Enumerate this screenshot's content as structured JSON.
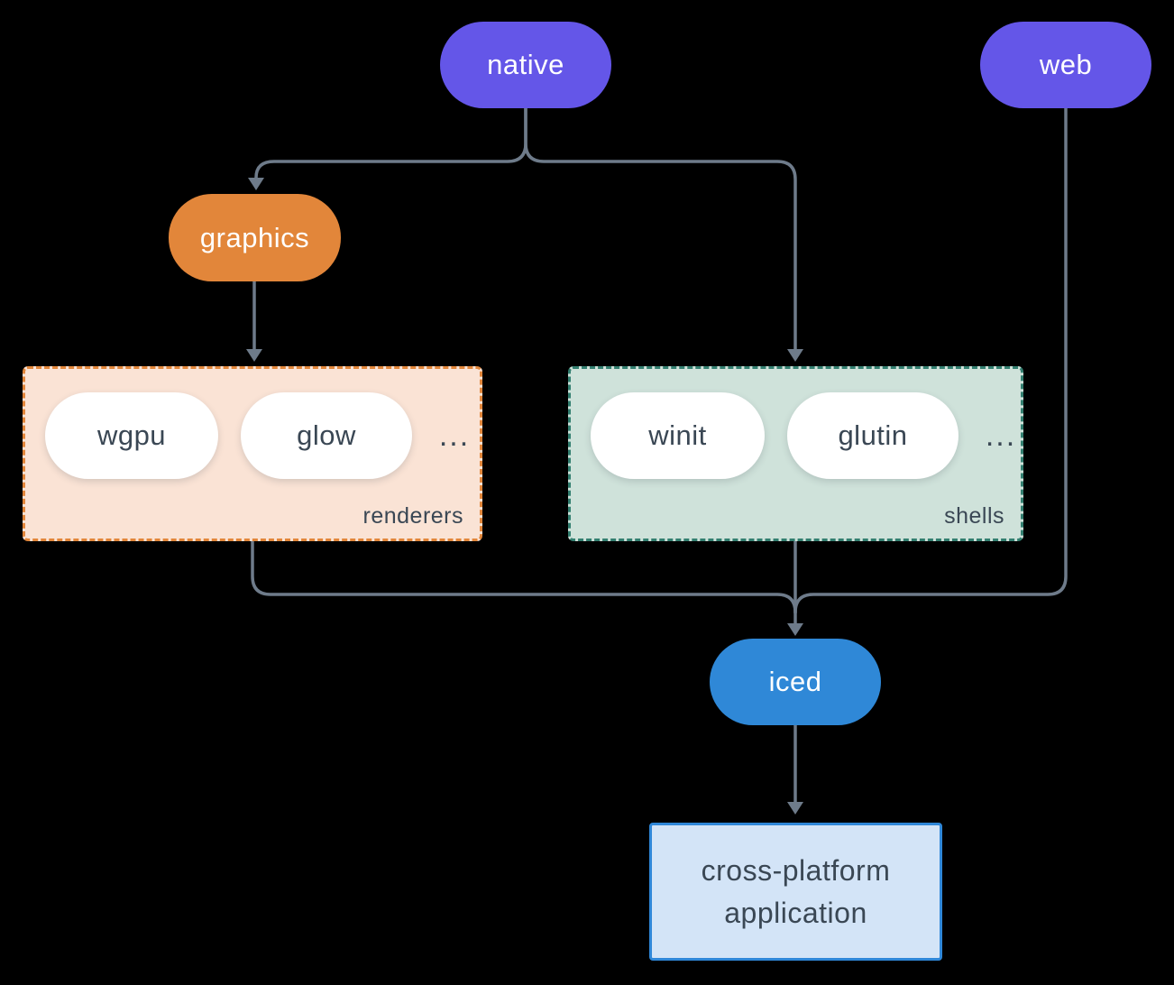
{
  "diagram": {
    "nodes": {
      "native": {
        "label": "native"
      },
      "web": {
        "label": "web"
      },
      "graphics": {
        "label": "graphics"
      },
      "iced": {
        "label": "iced"
      },
      "app": {
        "line1": "cross-platform",
        "line2": "application"
      }
    },
    "groups": {
      "renderers": {
        "label": "renderers",
        "items": [
          "wgpu",
          "glow"
        ],
        "ellipsis": "..."
      },
      "shells": {
        "label": "shells",
        "items": [
          "winit",
          "glutin"
        ],
        "ellipsis": "..."
      }
    },
    "colors": {
      "purple": "#6456e8",
      "orange": "#e2863a",
      "blue": "#2f88d7",
      "peach_fill": "#fae3d5",
      "peach_border": "#e2863a",
      "sage_fill": "#cfe2da",
      "sage_border": "#337f70",
      "app_fill": "#d3e4f7",
      "app_border": "#2f87d8",
      "line": "#6e7b8a",
      "ink": "#3a4754",
      "background": "#000000"
    }
  }
}
